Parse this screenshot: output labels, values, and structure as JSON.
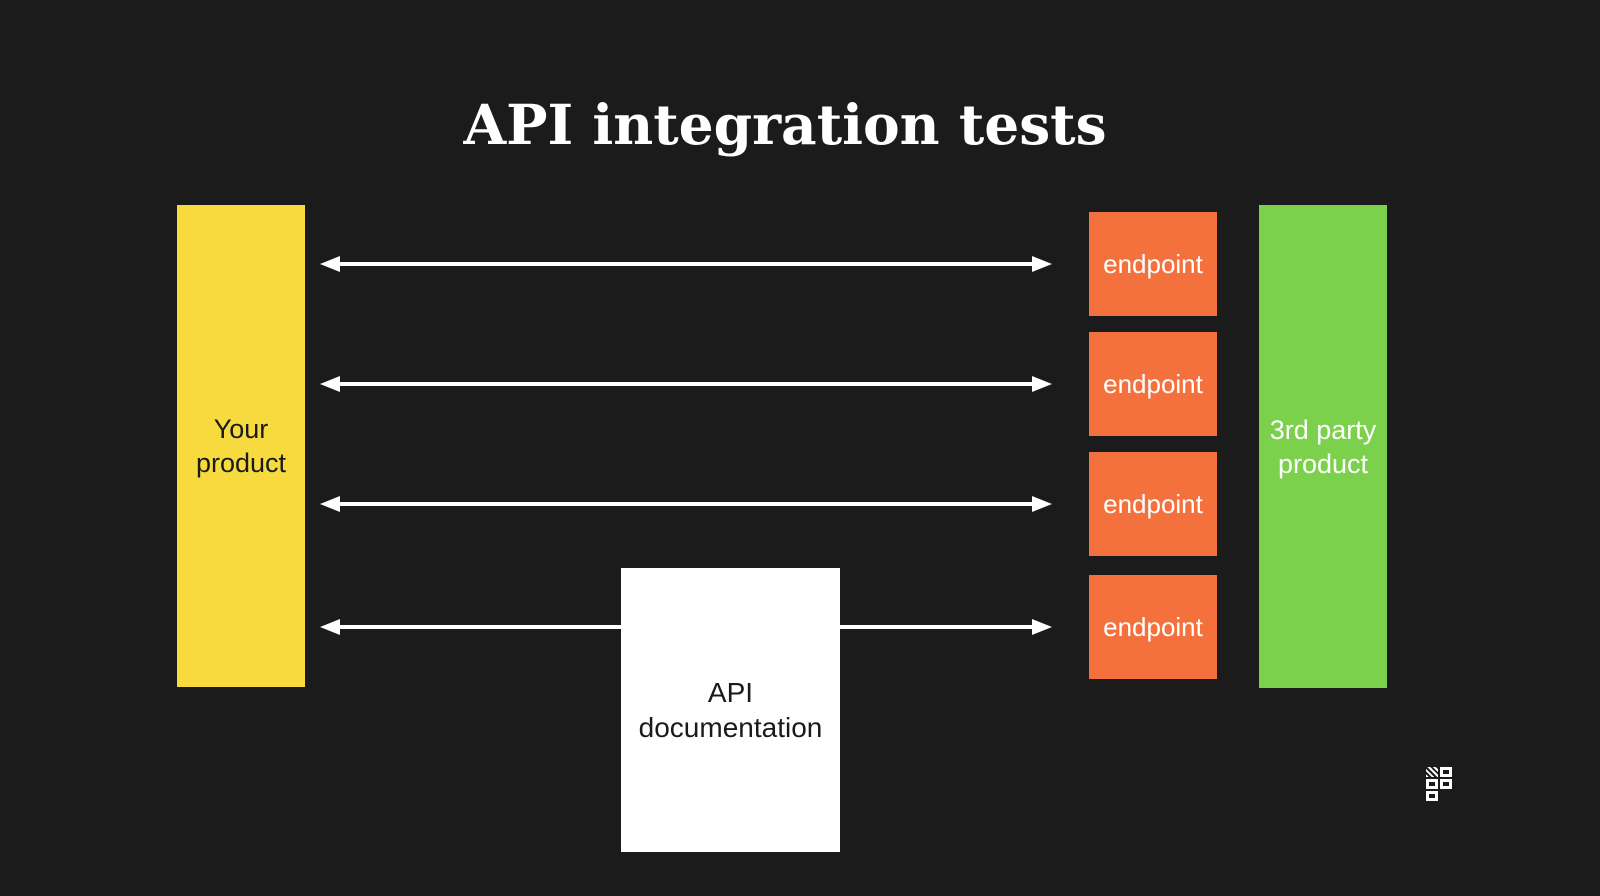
{
  "title": "API integration tests",
  "background_color": "#1b1b1b",
  "diagram": {
    "your_product": {
      "label": "Your product",
      "color": "#f7db3e",
      "text_color": "#1a1a1a"
    },
    "third_party_product": {
      "label": "3rd party product",
      "color": "#7bd14c",
      "text_color": "#ffffff"
    },
    "api_documentation": {
      "label": "API documentation",
      "color": "#ffffff",
      "text_color": "#1a1a1a"
    },
    "endpoints": [
      {
        "label": "endpoint"
      },
      {
        "label": "endpoint"
      },
      {
        "label": "endpoint"
      },
      {
        "label": "endpoint"
      }
    ],
    "endpoint_color": "#f4713d",
    "arrows": {
      "count": 4,
      "style": "double-headed",
      "color": "#ffffff"
    }
  },
  "logo": {
    "name": "pixel-grid-logo"
  }
}
